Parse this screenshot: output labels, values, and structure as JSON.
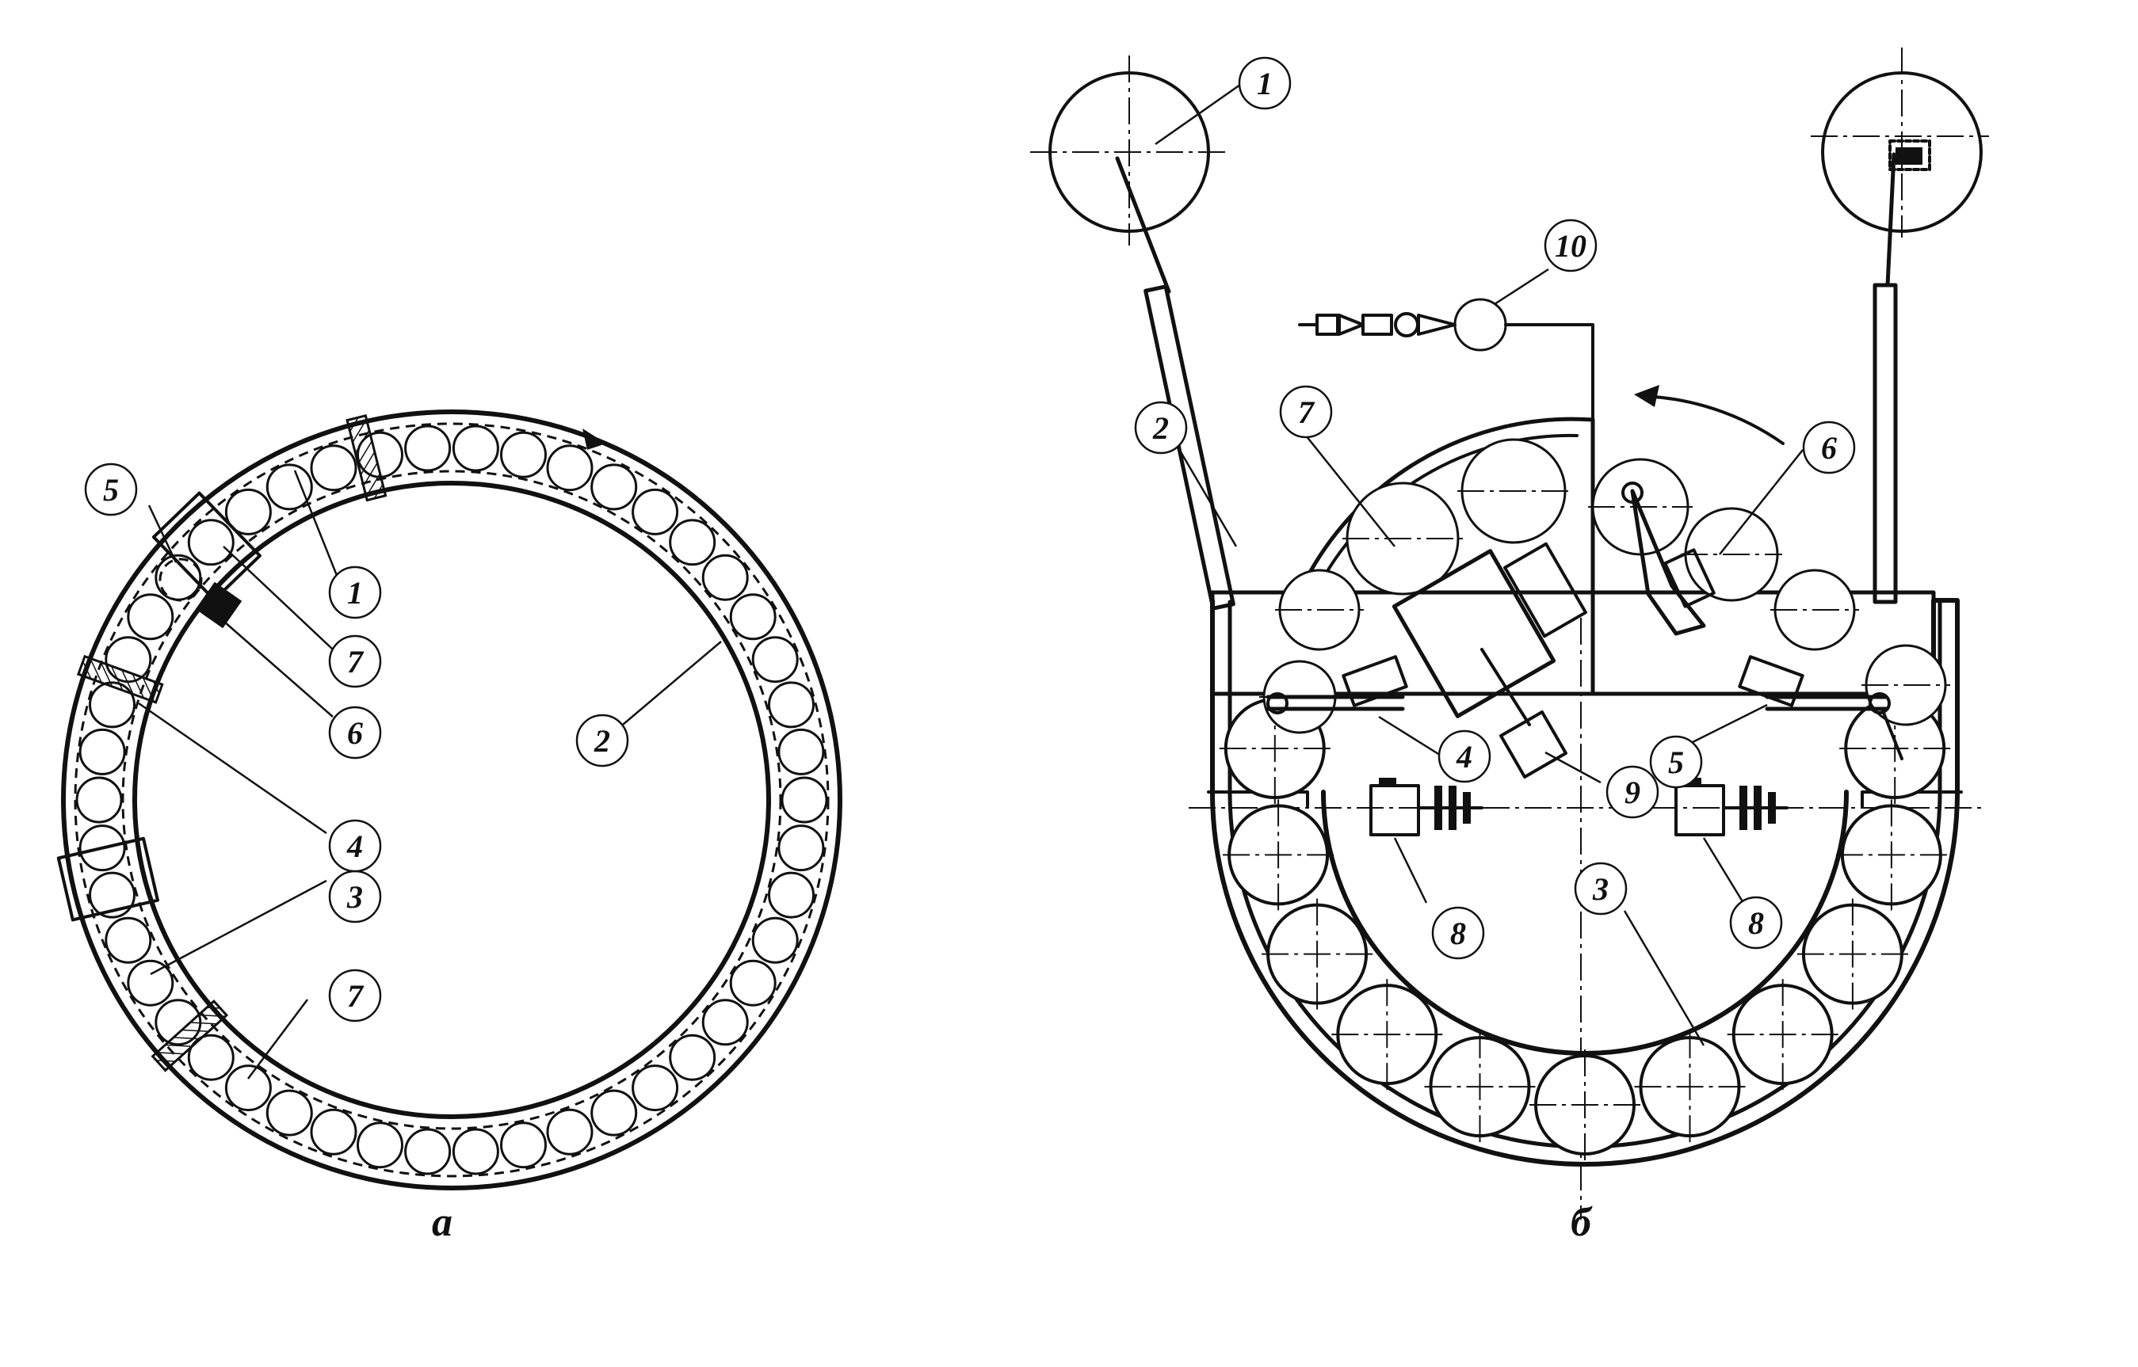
{
  "panels": [
    {
      "id": "a",
      "label": "а",
      "callouts": [
        "1",
        "2",
        "3",
        "4",
        "5",
        "6",
        "7",
        "7"
      ]
    },
    {
      "id": "b",
      "label": "б",
      "callouts": [
        "1",
        "2",
        "3",
        "4",
        "5",
        "6",
        "7",
        "8",
        "8",
        "9",
        "10"
      ]
    }
  ],
  "colors": {
    "ink": "#111111",
    "paper": "#ffffff"
  }
}
